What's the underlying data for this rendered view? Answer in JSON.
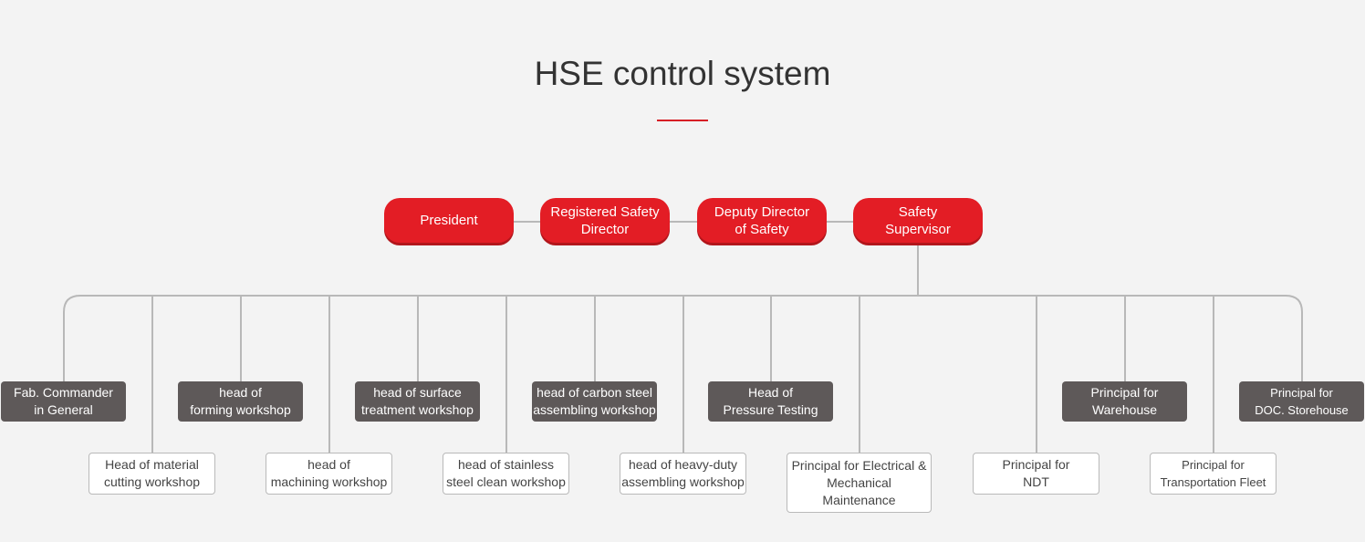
{
  "title": "HSE control system",
  "colors": {
    "accent": "#e31d25",
    "dark_box": "#5e5959",
    "line": "#b8b8b8",
    "background": "#f3f3f3"
  },
  "top_chain": [
    {
      "label": "President"
    },
    {
      "label": "Registered Safety\nDirector"
    },
    {
      "label": "Deputy Director\nof Safety"
    },
    {
      "label": "Safety\nSupervisor"
    }
  ],
  "dark_nodes": [
    {
      "label": "Fab. Commander\nin General"
    },
    {
      "label": "head of\nforming workshop"
    },
    {
      "label": "head of surface\ntreatment workshop"
    },
    {
      "label": "head of carbon steel\nassembling workshop"
    },
    {
      "label": "Head of\nPressure Testing"
    },
    {
      "label": "Principal for\nWarehouse"
    },
    {
      "label": "Principal for\nDOC. Storehouse"
    }
  ],
  "white_nodes": [
    {
      "label": "Head of material\ncutting workshop"
    },
    {
      "label": "head of\nmachining workshop"
    },
    {
      "label": "head of stainless\nsteel  clean workshop"
    },
    {
      "label": "head of heavy-duty\nassembling workshop"
    },
    {
      "label": "Principal for Electrical &\nMechanical\nMaintenance"
    },
    {
      "label": "Principal for\nNDT"
    },
    {
      "label": "Principal for\nTransportation Fleet"
    }
  ]
}
